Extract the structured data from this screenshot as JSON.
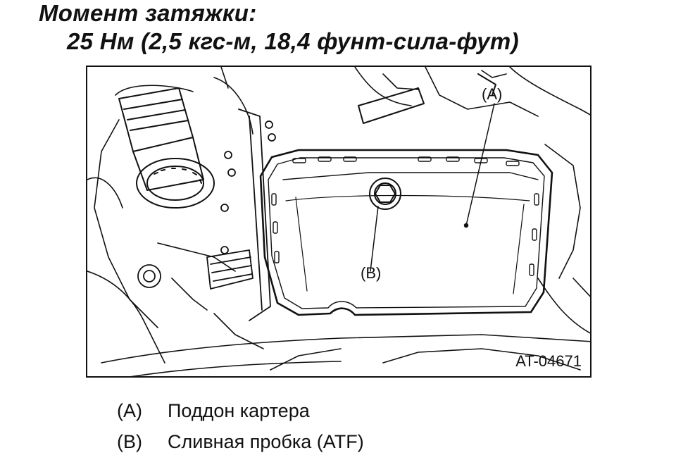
{
  "heading": {
    "title": "Момент затяжки:",
    "value": "25 Нм (2,5 кгс-м, 18,4 фунт-сила-фут)"
  },
  "figure": {
    "callout_a": "(A)",
    "callout_b": "(B)",
    "figure_id": "AT-04671"
  },
  "legend": [
    {
      "key": "(A)",
      "text": "Поддон картера"
    },
    {
      "key": "(B)",
      "text": "Сливная пробка (ATF)"
    }
  ]
}
